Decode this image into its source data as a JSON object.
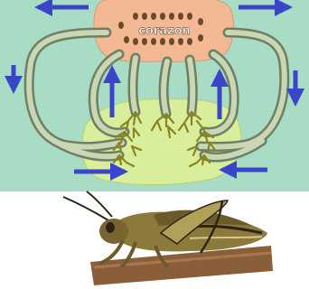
{
  "diagram": {
    "heart_label": "corazon",
    "colors": {
      "panel": "#a9dcc4",
      "heart": "#f3b894",
      "heart_holes": "#6b4a2c",
      "tissue": "#d9ee9a",
      "vessel": "#6f7f64",
      "vessel_fill": "#c9d7b4",
      "capillary": "#8a8420",
      "arrow": "#3a46c8"
    },
    "arrows": [
      "top-left-left",
      "top-right-right",
      "left-down",
      "right-down",
      "center-left-up",
      "center-right-up",
      "bottom-left-right",
      "bottom-right-left"
    ]
  },
  "photo": {
    "subject": "grasshopper-on-twig",
    "colors": {
      "body": "#8c7a3c",
      "dark": "#2a2418",
      "stem": "#8b5e3a",
      "background": "#ffffff"
    }
  }
}
